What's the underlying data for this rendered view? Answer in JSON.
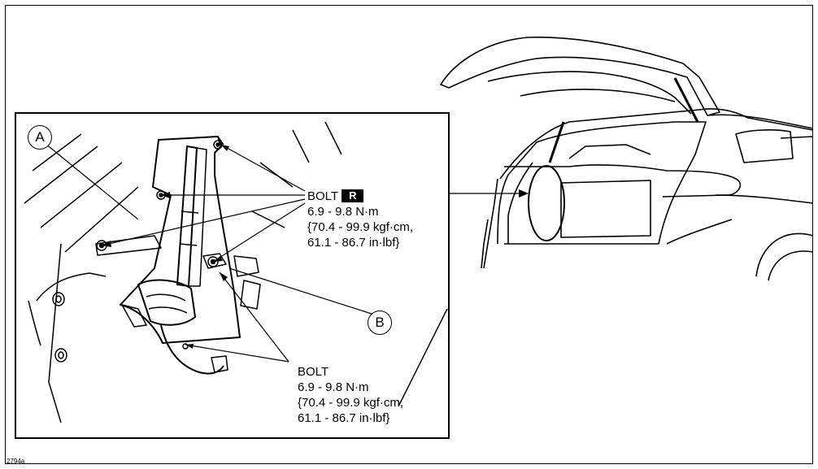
{
  "figure_id": "2794a",
  "callouts": {
    "a": "A",
    "b": "B"
  },
  "bolt_upper": {
    "label": "BOLT",
    "badge": "R",
    "torque_nm": "6.9 - 9.8 N·m",
    "torque_kgf": "{70.4 - 99.9 kgf·cm,",
    "torque_inlbf": "61.1 - 86.7 in·lbf}"
  },
  "bolt_lower": {
    "label": "BOLT",
    "torque_nm": "6.9 - 9.8 N·m",
    "torque_kgf": "{70.4 - 99.9 kgf·cm,",
    "torque_inlbf": "61.1 - 86.7 in·lbf}"
  }
}
